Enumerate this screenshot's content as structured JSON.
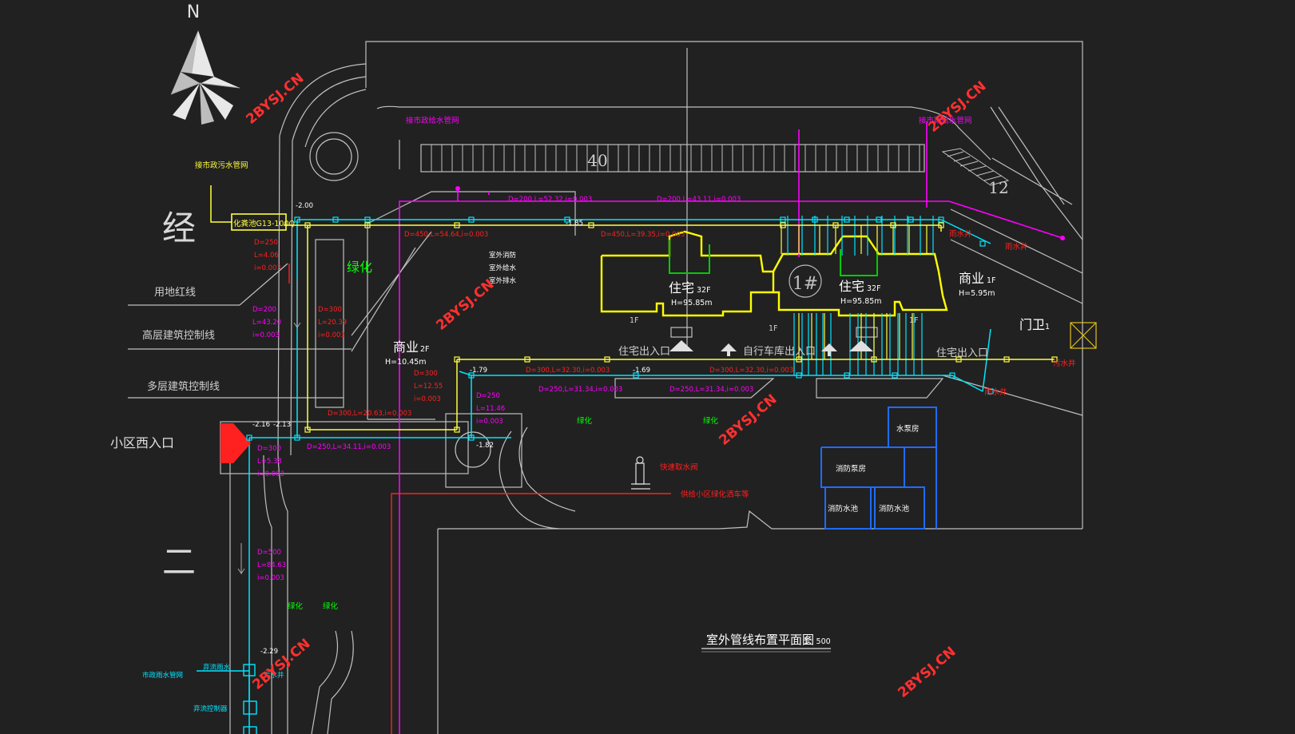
{
  "drawing": {
    "north": "N",
    "title": "室外管线布置平面图",
    "scale": "1：500",
    "watermark": "2BYSJ.CN",
    "colors": {
      "background": "#212121",
      "outline": "#c8c8c8",
      "building": "#ffff00",
      "water_supply": "#ff00ff",
      "sewage": "#ffff40",
      "rainwater": "#00ffff",
      "fire_pipe": "#ff2020",
      "green_label": "#00ff00",
      "pump_room": "#1e6cff",
      "watermark": "#ff3030"
    }
  },
  "roads": {
    "vertical_1": "经",
    "vertical_2": "二"
  },
  "lines": {
    "red_line": "用地红线",
    "high_rise": "高层建筑控制线",
    "multi_rise": "多层建筑控制线",
    "west_entrance": "小区西入口"
  },
  "parking": {
    "north": "40",
    "east": "12"
  },
  "buildings": {
    "b1_name": "住宅",
    "b1_floors": "32F",
    "b1_elev": "H=95.85m",
    "b2_name": "住宅",
    "b2_floors": "32F",
    "b2_elev": "H=95.85m",
    "number": "1#",
    "biz_east_name": "商业",
    "biz_east_floors": "1F",
    "biz_east_elev": "H=5.95m",
    "biz_west_name": "商业",
    "biz_west_floors": "2F",
    "biz_west_elev": "H=10.45m",
    "guard": "门卫",
    "guard_floor": "1",
    "podium_1": "1F",
    "podium_2": "1F",
    "podium_3": "1F"
  },
  "entrances": {
    "res_1": "住宅出入口",
    "bike_garage": "自行车库出入口",
    "res_2": "住宅出入口"
  },
  "greens": {
    "g1": "绿化",
    "g2": "绿化",
    "g3": "绿化",
    "g4": "绿化",
    "g5": "绿化"
  },
  "pump": {
    "pump_room": "水泵房",
    "fire_pump_room": "消防泵房",
    "fire_pool_1": "消防水池",
    "fire_pool_2": "消防水池"
  },
  "connections": {
    "water_supply_1": "接市政给水管网",
    "water_supply_2": "接市政给水管网",
    "sewage": "接市政污水管网",
    "septic": "化粪池G13-100Q",
    "municipal_rain": "市政雨水管网",
    "rain_well": "雨水井",
    "rain_well_2": "雨水井",
    "rain_well_3": "雨水井",
    "sewage_well": "污水井",
    "sewage_well_2": "污水井",
    "fire_hydrant": "快速取水阀",
    "green_supply": "供给小区绿化洒车等",
    "abandon_valve": "弃流雨水",
    "abandon_ctrl": "弃流控制器"
  },
  "legend_small": {
    "a": "室外消防",
    "b": "室外给水",
    "c": "室外排水"
  },
  "pipe_labels": {
    "p1": "D=200,L=52.32,i=0.003",
    "p2": "D=200,L=43.11,i=0.003",
    "p3": "D=450,L=54.64,i=0.003",
    "p4": "D=450,L=39.35,i=0.003",
    "p5": "D=300,L=32.30,i=0.003",
    "p6": "D=250,L=31.34,i=0.003",
    "p7": "D=300,L=32.30,i=0.003",
    "p8": "D=250,L=31.34,i=0.003",
    "p9": "D=300,L=20.63,i=0.003",
    "p10": "D=250,L=34.11,i=0.003",
    "v1a": "D=250",
    "v1b": "L=4.06",
    "v1c": "i=0.003",
    "v2a": "D=200",
    "v2b": "L=43.20",
    "v2c": "i=0.003",
    "v3a": "D=300",
    "v3b": "L=20.39",
    "v3c": "i=0.003",
    "v4a": "D=300",
    "v4b": "L=12.55",
    "v4c": "i=0.003",
    "v5a": "D=250",
    "v5b": "L=11.46",
    "v5c": "i=0.003",
    "v6a": "D=300",
    "v6b": "L=5.38",
    "v6c": "i=0.003",
    "v7a": "D=500",
    "v7b": "L=84.63",
    "v7c": "i=0.003"
  },
  "elevations": {
    "e1": "-2.00",
    "e2": "-1.85",
    "e3": "-1.79",
    "e4": "-1.69",
    "e5": "-1.82",
    "e6": "-2.16",
    "e7": "-2.13",
    "e8": "-2.29"
  }
}
